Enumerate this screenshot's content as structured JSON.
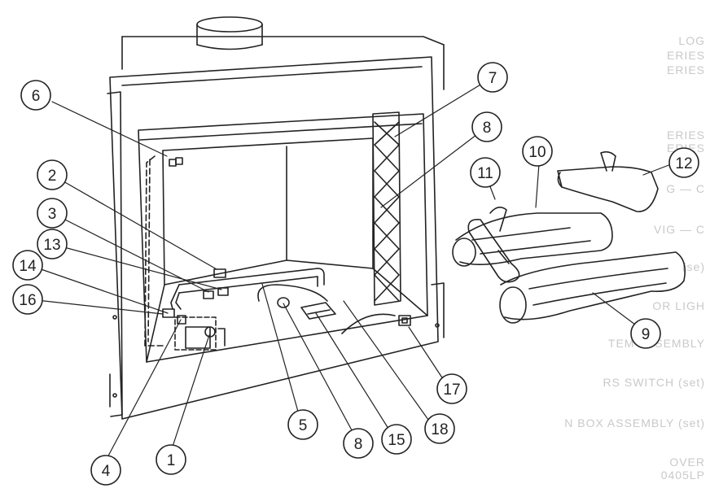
{
  "diagram": {
    "callouts": [
      {
        "id": "1",
        "label": "1"
      },
      {
        "id": "2",
        "label": "2"
      },
      {
        "id": "3",
        "label": "3"
      },
      {
        "id": "4",
        "label": "4"
      },
      {
        "id": "5",
        "label": "5"
      },
      {
        "id": "6",
        "label": "6"
      },
      {
        "id": "7",
        "label": "7"
      },
      {
        "id": "8a",
        "label": "8"
      },
      {
        "id": "8b",
        "label": "8"
      },
      {
        "id": "9",
        "label": "9"
      },
      {
        "id": "10",
        "label": "10"
      },
      {
        "id": "11",
        "label": "11"
      },
      {
        "id": "12",
        "label": "12"
      },
      {
        "id": "13",
        "label": "13"
      },
      {
        "id": "14",
        "label": "14"
      },
      {
        "id": "15",
        "label": "15"
      },
      {
        "id": "16",
        "label": "16"
      },
      {
        "id": "17",
        "label": "17"
      },
      {
        "id": "18",
        "label": "18"
      }
    ],
    "bleed_through_text": [
      "LOG",
      "ERIES",
      "ERIES",
      "ERIES",
      "ERIES",
      "G — C",
      "VIG — C",
      "(se)",
      "OR LIGH",
      "TEM ASSEMBLY",
      "RS SWITCH (set)",
      "N BOX ASSEMBLY (set)",
      "OVER",
      "0405LP"
    ],
    "colors": {
      "ink": "#222222",
      "paper": "#ffffff",
      "bleed": "#c9c9c9"
    }
  }
}
